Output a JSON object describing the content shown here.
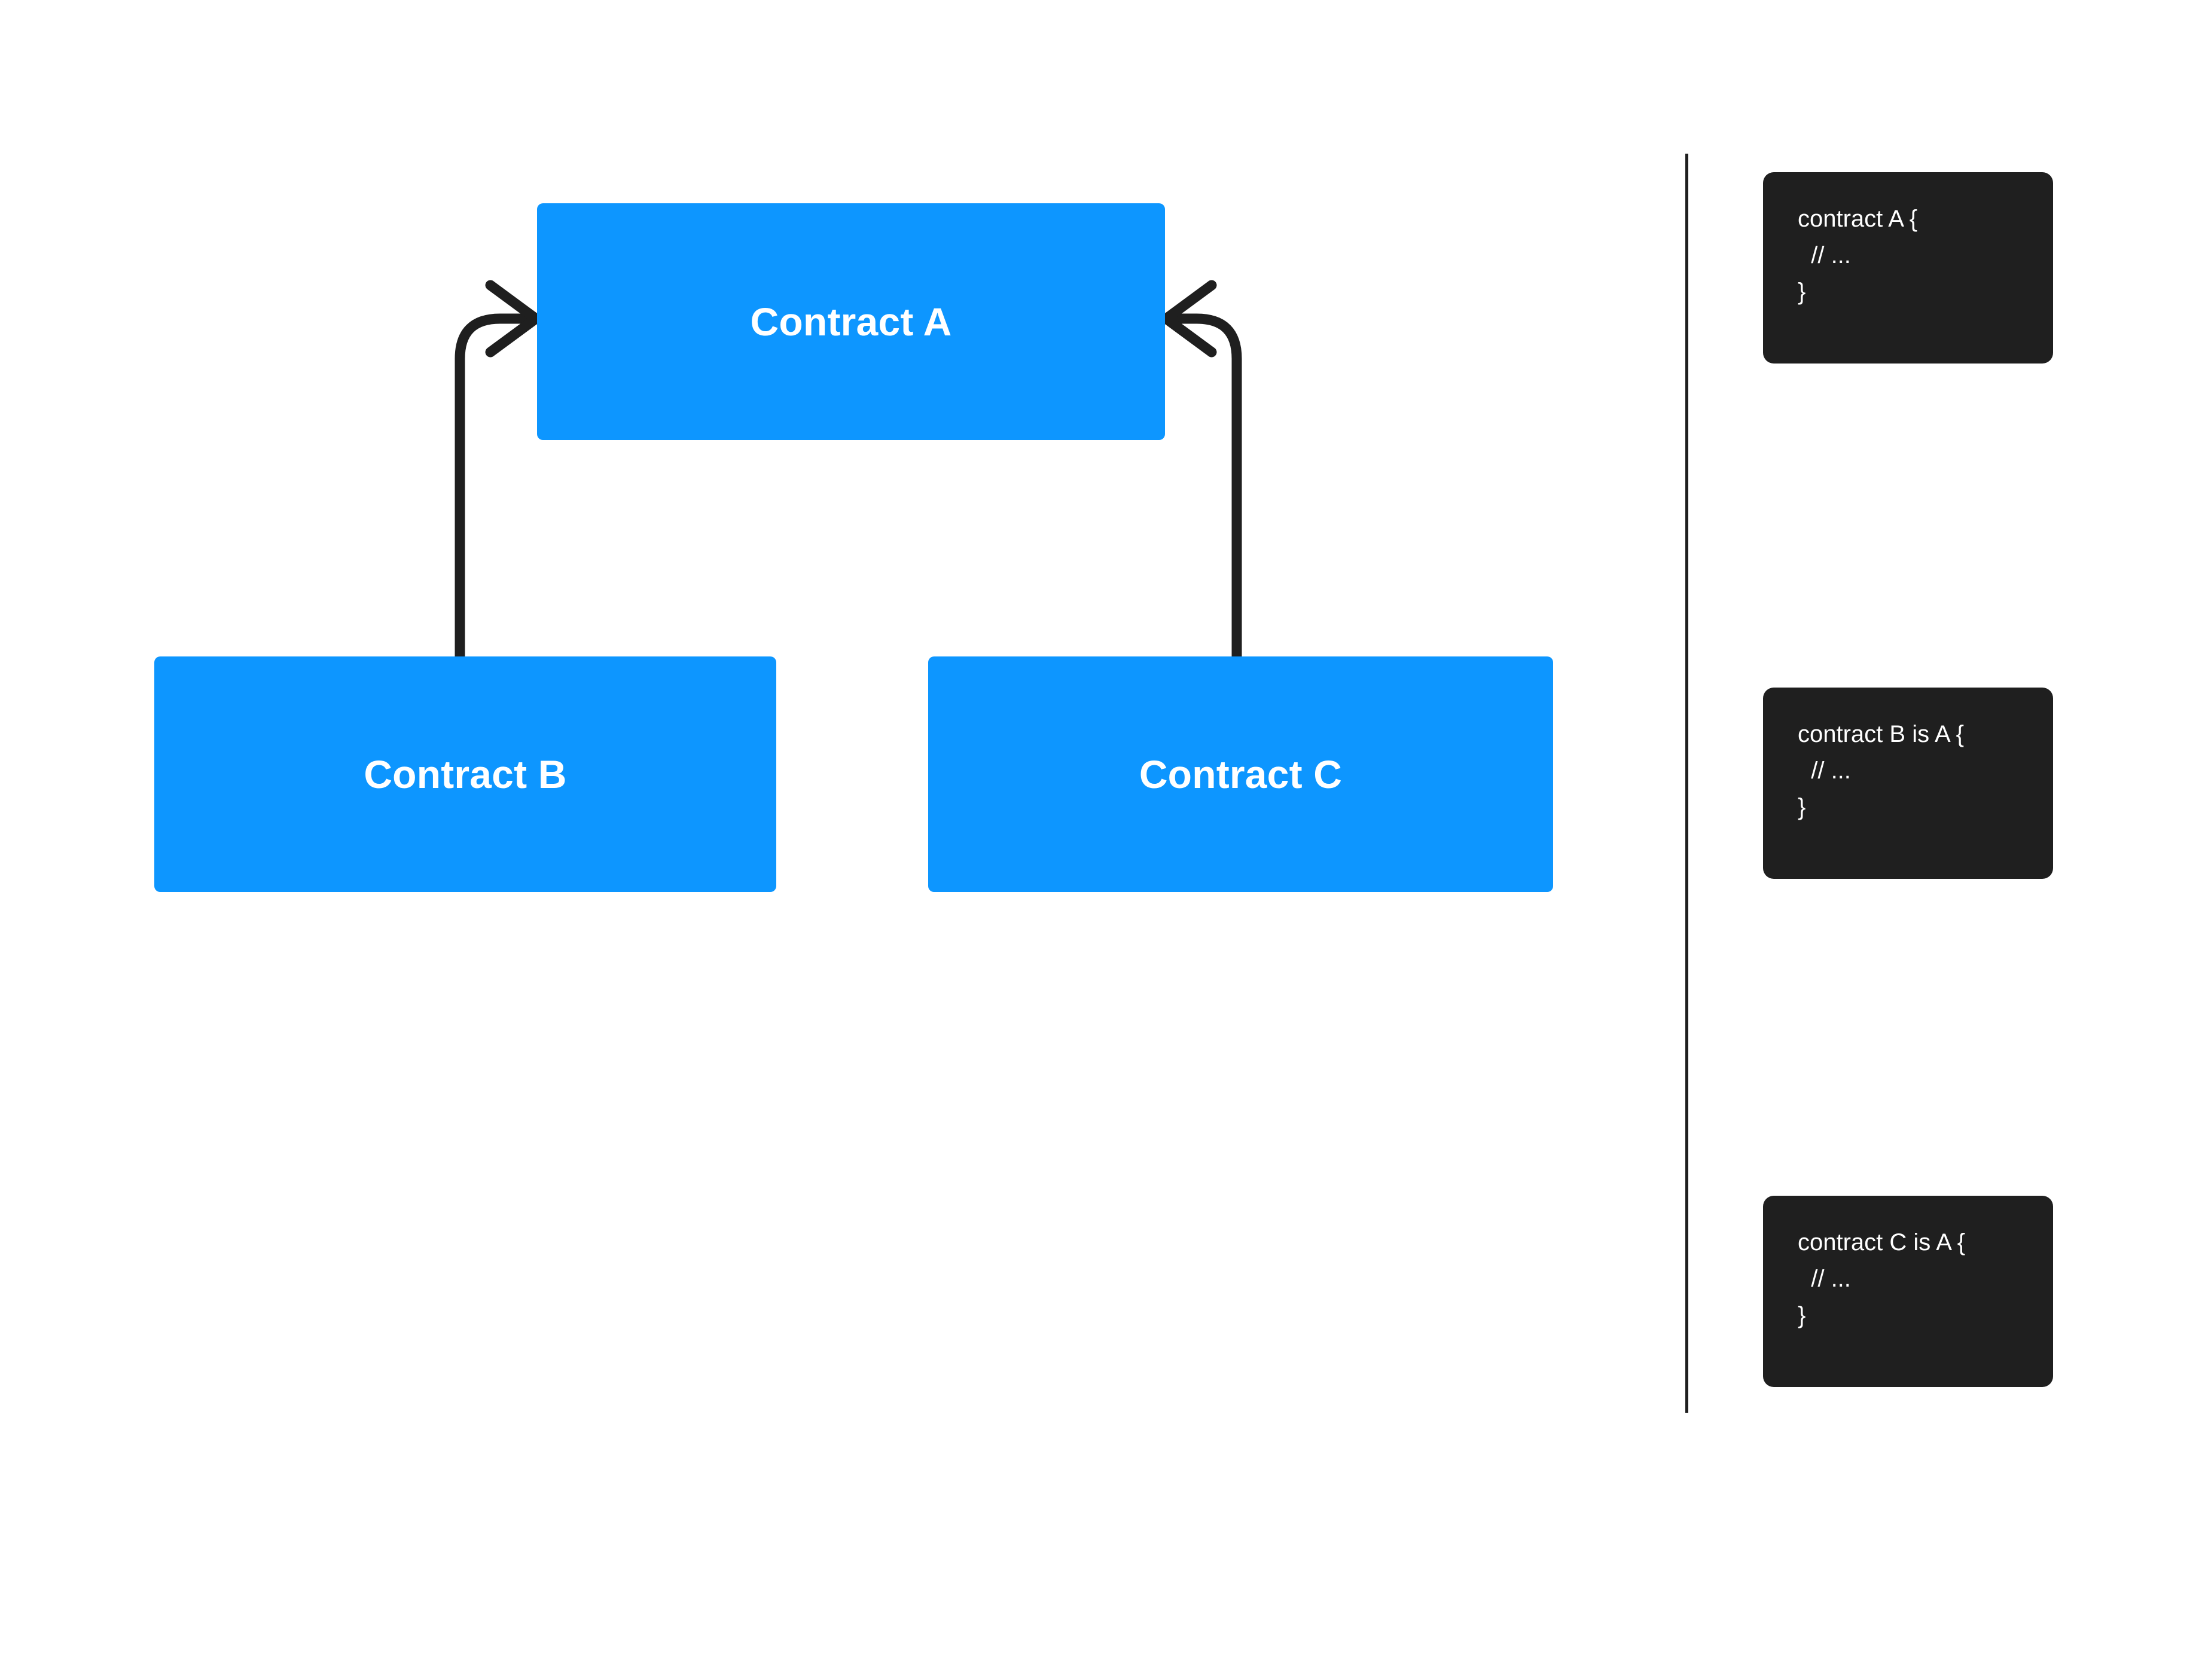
{
  "diagram": {
    "type": "inheritance-diagram",
    "colors": {
      "node_fill": "#0d96ff",
      "node_label": "#ffffff",
      "connector": "#1f1f1f",
      "code_background": "#1f1f1f",
      "code_text": "#ffffff",
      "page_background": "#ffffff"
    },
    "nodes": [
      {
        "id": "a",
        "label": "Contract A"
      },
      {
        "id": "b",
        "label": "Contract B"
      },
      {
        "id": "c",
        "label": "Contract C"
      }
    ],
    "edges": [
      {
        "from": "b",
        "to": "a",
        "arrow": "arrow-b-to-a",
        "direction": "right"
      },
      {
        "from": "c",
        "to": "a",
        "arrow": "arrow-c-to-a",
        "direction": "left"
      }
    ]
  },
  "code_panel": {
    "blocks": [
      {
        "id": "a",
        "line1": "contract A {",
        "line2": "  // ...",
        "line3": "}"
      },
      {
        "id": "b",
        "line1": "contract B is A {",
        "line2": "  // ...",
        "line3": "}"
      },
      {
        "id": "c",
        "line1": "contract C is A {",
        "line2": "  // ...",
        "line3": "}"
      }
    ]
  }
}
